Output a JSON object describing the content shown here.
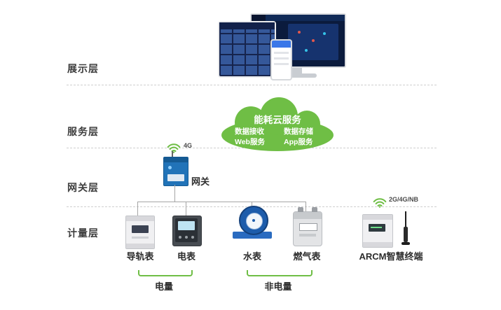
{
  "layers": [
    {
      "id": "display",
      "label": "展示层"
    },
    {
      "id": "service",
      "label": "服务层"
    },
    {
      "id": "gateway",
      "label": "网关层"
    },
    {
      "id": "metering",
      "label": "计量层"
    }
  ],
  "cloud": {
    "title": "能耗云服务",
    "items_left": [
      "数据接收",
      "Web服务"
    ],
    "items_right": [
      "数据存储",
      "App服务"
    ]
  },
  "gateway": {
    "label": "网关",
    "wireless_label": "4G"
  },
  "meters": [
    {
      "label": "导轨表"
    },
    {
      "label": "电表"
    },
    {
      "label": "水表"
    },
    {
      "label": "燃气表"
    }
  ],
  "terminal": {
    "label": "ARCM智慧终端",
    "wireless_label": "2G/4G/NB"
  },
  "groups": [
    {
      "label": "电量"
    },
    {
      "label": "非电量"
    }
  ],
  "icons": {
    "wifi": "wifi-icon",
    "antenna": "antenna-icon",
    "cloud": "cloud-shape"
  },
  "colors": {
    "accent_green": "#6FBE45",
    "device_blue": "#2173B8",
    "water_blue": "#1D5CAB",
    "line_gray": "#A5A5A5",
    "text_dark": "#2C2C2C"
  }
}
